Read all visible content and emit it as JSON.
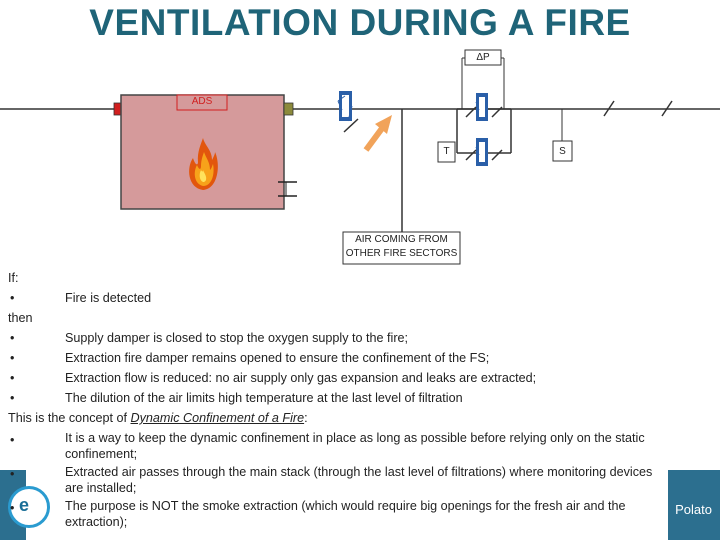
{
  "title": "VENTILATION DURING A FIRE",
  "diagram": {
    "delta_p_label": "ΔP",
    "ads_label": "ADS",
    "t_label": "T",
    "s_label": "S",
    "air_label_line1": "AIR COMING FROM",
    "air_label_line2": "OTHER FIRE SECTORS",
    "colors": {
      "room_fill": "#d59a9b",
      "filter_blue": "#2a5fa8",
      "arrow_orange": "#f1a35a",
      "ads_red": "#d11f1f",
      "damper_olive": "#8c8a3c"
    }
  },
  "text": {
    "if": "If:",
    "b1": "Fire is detected",
    "then": "then",
    "b2": "Supply damper is closed to stop the oxygen supply to the fire;",
    "b3": "Extraction fire damper remains opened to ensure the confinement of the FS;",
    "b4": "Extraction flow is reduced: no air supply only gas expansion and leaks are extracted;",
    "b5": "The dilution of the air limits high temperature at the last level of filtration",
    "concept_prefix": "This is the concept of ",
    "concept_link": "Dynamic Confinement of a Fire",
    "concept_suffix": ":",
    "b6": "It is a way to keep the dynamic confinement in place as long as possible before relying only on the static confinement;",
    "b7": "Extracted air passes through the main stack (through the last level of filtrations) where monitoring devices are installed;",
    "b8": "The purpose is NOT the smoke extraction (which would require big openings for the fresh air and the extraction);",
    "bullet": "•"
  },
  "footer": {
    "logo_text": "e",
    "author": "Polato"
  }
}
